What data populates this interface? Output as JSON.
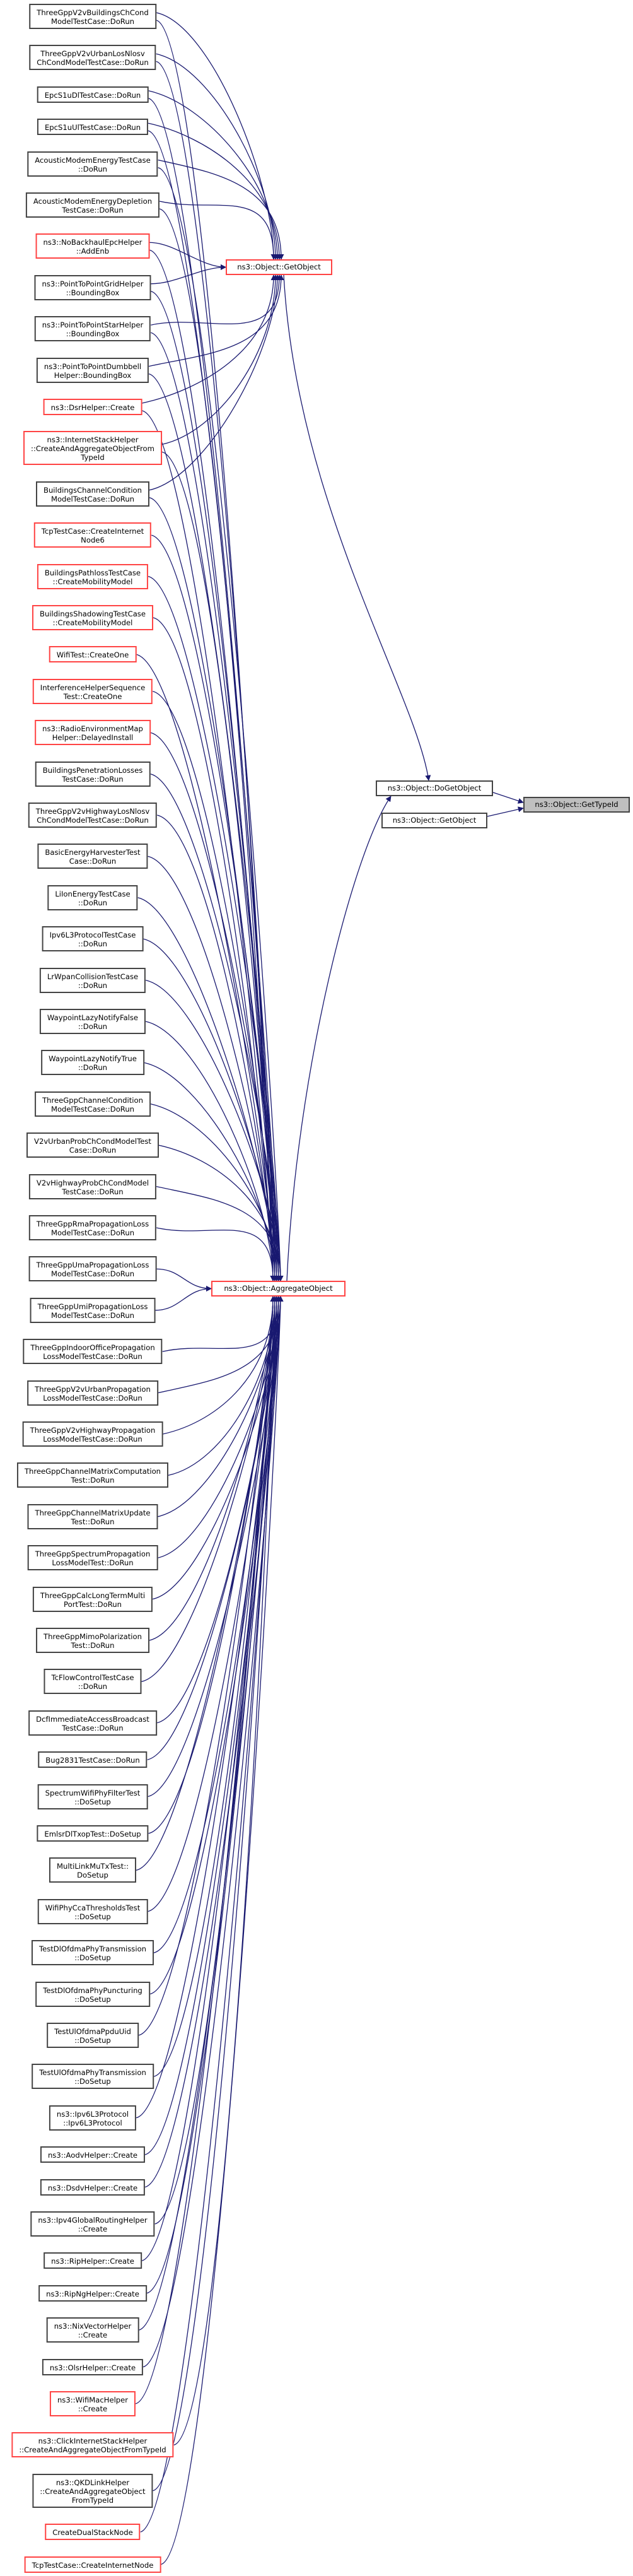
{
  "graph": {
    "focus": {
      "label": "ns3::Object::GetTypeId",
      "border": "black",
      "fill": "#bfbfbf"
    },
    "direct_callers": [
      {
        "id": "doget",
        "label": "ns3::Object::DoGetObject",
        "border": "black"
      },
      {
        "id": "getobj2",
        "label": "ns3::Object::GetObject",
        "border": "black"
      }
    ],
    "hubs": [
      {
        "id": "getobj",
        "label": "ns3::Object::GetObject",
        "border": "red"
      },
      {
        "id": "aggr",
        "label": "ns3::Object::AggregateObject",
        "border": "red"
      }
    ],
    "callers": [
      {
        "label": "ThreeGppV2vBuildingsChCond\nModelTestCase::DoRun",
        "border": "black",
        "calls": [
          "getobj",
          "aggr"
        ]
      },
      {
        "label": "ThreeGppV2vUrbanLosNlosv\nChCondModelTestCase::DoRun",
        "border": "black",
        "calls": [
          "getobj",
          "aggr"
        ]
      },
      {
        "label": "EpcS1uDlTestCase::DoRun",
        "border": "black",
        "calls": [
          "getobj",
          "aggr"
        ]
      },
      {
        "label": "EpcS1uUlTestCase::DoRun",
        "border": "black",
        "calls": [
          "getobj",
          "aggr"
        ]
      },
      {
        "label": "AcousticModemEnergyTestCase\n::DoRun",
        "border": "black",
        "calls": [
          "getobj",
          "aggr"
        ]
      },
      {
        "label": "AcousticModemEnergyDepletion\nTestCase::DoRun",
        "border": "black",
        "calls": [
          "getobj",
          "aggr"
        ]
      },
      {
        "label": "ns3::NoBackhaulEpcHelper\n::AddEnb",
        "border": "red",
        "calls": [
          "getobj",
          "aggr"
        ]
      },
      {
        "label": "ns3::PointToPointGridHelper\n::BoundingBox",
        "border": "black",
        "calls": [
          "getobj",
          "aggr"
        ]
      },
      {
        "label": "ns3::PointToPointStarHelper\n::BoundingBox",
        "border": "black",
        "calls": [
          "getobj",
          "aggr"
        ]
      },
      {
        "label": "ns3::PointToPointDumbbell\nHelper::BoundingBox",
        "border": "black",
        "calls": [
          "getobj",
          "aggr"
        ]
      },
      {
        "label": "ns3::DsrHelper::Create",
        "border": "red",
        "calls": [
          "getobj",
          "aggr"
        ]
      },
      {
        "label": "ns3::InternetStackHelper\n::CreateAndAggregateObjectFrom\nTypeId",
        "border": "red",
        "calls": [
          "getobj",
          "aggr"
        ]
      },
      {
        "label": "BuildingsChannelCondition\nModelTestCase::DoRun",
        "border": "black",
        "calls": [
          "getobj",
          "aggr"
        ]
      },
      {
        "label": "TcpTestCase::CreateInternet\nNode6",
        "border": "red",
        "calls": [
          "aggr"
        ]
      },
      {
        "label": "BuildingsPathlossTestCase\n::CreateMobilityModel",
        "border": "red",
        "calls": [
          "aggr"
        ]
      },
      {
        "label": "BuildingsShadowingTestCase\n::CreateMobilityModel",
        "border": "red",
        "calls": [
          "aggr"
        ]
      },
      {
        "label": "WifiTest::CreateOne",
        "border": "red",
        "calls": [
          "aggr"
        ]
      },
      {
        "label": "InterferenceHelperSequence\nTest::CreateOne",
        "border": "red",
        "calls": [
          "aggr"
        ]
      },
      {
        "label": "ns3::RadioEnvironmentMap\nHelper::DelayedInstall",
        "border": "red",
        "calls": [
          "aggr"
        ]
      },
      {
        "label": "BuildingsPenetrationLosses\nTestCase::DoRun",
        "border": "black",
        "calls": [
          "aggr"
        ]
      },
      {
        "label": "ThreeGppV2vHighwayLosNlosv\nChCondModelTestCase::DoRun",
        "border": "black",
        "calls": [
          "aggr"
        ]
      },
      {
        "label": "BasicEnergyHarvesterTest\nCase::DoRun",
        "border": "black",
        "calls": [
          "aggr"
        ]
      },
      {
        "label": "LiIonEnergyTestCase\n::DoRun",
        "border": "black",
        "calls": [
          "aggr"
        ]
      },
      {
        "label": "Ipv6L3ProtocolTestCase\n::DoRun",
        "border": "black",
        "calls": [
          "aggr"
        ]
      },
      {
        "label": "LrWpanCollisionTestCase\n::DoRun",
        "border": "black",
        "calls": [
          "aggr"
        ]
      },
      {
        "label": "WaypointLazyNotifyFalse\n::DoRun",
        "border": "black",
        "calls": [
          "aggr"
        ]
      },
      {
        "label": "WaypointLazyNotifyTrue\n::DoRun",
        "border": "black",
        "calls": [
          "aggr"
        ]
      },
      {
        "label": "ThreeGppChannelCondition\nModelTestCase::DoRun",
        "border": "black",
        "calls": [
          "aggr"
        ]
      },
      {
        "label": "V2vUrbanProbChCondModelTest\nCase::DoRun",
        "border": "black",
        "calls": [
          "aggr"
        ]
      },
      {
        "label": "V2vHighwayProbChCondModel\nTestCase::DoRun",
        "border": "black",
        "calls": [
          "aggr"
        ]
      },
      {
        "label": "ThreeGppRmaPropagationLoss\nModelTestCase::DoRun",
        "border": "black",
        "calls": [
          "aggr"
        ]
      },
      {
        "label": "ThreeGppUmaPropagationLoss\nModelTestCase::DoRun",
        "border": "black",
        "calls": [
          "aggr"
        ]
      },
      {
        "label": "ThreeGppUmiPropagationLoss\nModelTestCase::DoRun",
        "border": "black",
        "calls": [
          "aggr"
        ]
      },
      {
        "label": "ThreeGppIndoorOfficePropagation\nLossModelTestCase::DoRun",
        "border": "black",
        "calls": [
          "aggr"
        ]
      },
      {
        "label": "ThreeGppV2vUrbanPropagation\nLossModelTestCase::DoRun",
        "border": "black",
        "calls": [
          "aggr"
        ]
      },
      {
        "label": "ThreeGppV2vHighwayPropagation\nLossModelTestCase::DoRun",
        "border": "black",
        "calls": [
          "aggr"
        ]
      },
      {
        "label": "ThreeGppChannelMatrixComputation\nTest::DoRun",
        "border": "black",
        "calls": [
          "aggr"
        ]
      },
      {
        "label": "ThreeGppChannelMatrixUpdate\nTest::DoRun",
        "border": "black",
        "calls": [
          "aggr"
        ]
      },
      {
        "label": "ThreeGppSpectrumPropagation\nLossModelTest::DoRun",
        "border": "black",
        "calls": [
          "aggr"
        ]
      },
      {
        "label": "ThreeGppCalcLongTermMulti\nPortTest::DoRun",
        "border": "black",
        "calls": [
          "aggr"
        ]
      },
      {
        "label": "ThreeGppMimoPolarization\nTest::DoRun",
        "border": "black",
        "calls": [
          "aggr"
        ]
      },
      {
        "label": "TcFlowControlTestCase\n::DoRun",
        "border": "black",
        "calls": [
          "aggr"
        ]
      },
      {
        "label": "DcfImmediateAccessBroadcast\nTestCase::DoRun",
        "border": "black",
        "calls": [
          "aggr"
        ]
      },
      {
        "label": "Bug2831TestCase::DoRun",
        "border": "black",
        "calls": [
          "aggr"
        ]
      },
      {
        "label": "SpectrumWifiPhyFilterTest\n::DoSetup",
        "border": "black",
        "calls": [
          "aggr"
        ]
      },
      {
        "label": "EmlsrDlTxopTest::DoSetup",
        "border": "black",
        "calls": [
          "aggr"
        ]
      },
      {
        "label": "MultiLinkMuTxTest::\nDoSetup",
        "border": "black",
        "calls": [
          "aggr"
        ]
      },
      {
        "label": "WifiPhyCcaThresholdsTest\n::DoSetup",
        "border": "black",
        "calls": [
          "aggr"
        ]
      },
      {
        "label": "TestDlOfdmaPhyTransmission\n::DoSetup",
        "border": "black",
        "calls": [
          "aggr"
        ]
      },
      {
        "label": "TestDlOfdmaPhyPuncturing\n::DoSetup",
        "border": "black",
        "calls": [
          "aggr"
        ]
      },
      {
        "label": "TestUlOfdmaPpduUid\n::DoSetup",
        "border": "black",
        "calls": [
          "aggr"
        ]
      },
      {
        "label": "TestUlOfdmaPhyTransmission\n::DoSetup",
        "border": "black",
        "calls": [
          "aggr"
        ]
      },
      {
        "label": "ns3::Ipv6L3Protocol\n::Ipv6L3Protocol",
        "border": "black",
        "calls": [
          "aggr"
        ]
      },
      {
        "label": "ns3::AodvHelper::Create",
        "border": "black",
        "calls": [
          "aggr"
        ]
      },
      {
        "label": "ns3::DsdvHelper::Create",
        "border": "black",
        "calls": [
          "aggr"
        ]
      },
      {
        "label": "ns3::Ipv4GlobalRoutingHelper\n::Create",
        "border": "black",
        "calls": [
          "aggr"
        ]
      },
      {
        "label": "ns3::RipHelper::Create",
        "border": "black",
        "calls": [
          "aggr"
        ]
      },
      {
        "label": "ns3::RipNgHelper::Create",
        "border": "black",
        "calls": [
          "aggr"
        ]
      },
      {
        "label": "ns3::NixVectorHelper\n::Create",
        "border": "black",
        "calls": [
          "aggr"
        ]
      },
      {
        "label": "ns3::OlsrHelper::Create",
        "border": "black",
        "calls": [
          "aggr"
        ]
      },
      {
        "label": "ns3::WifiMacHelper\n::Create",
        "border": "red",
        "calls": [
          "aggr"
        ]
      },
      {
        "label": "ns3::ClickInternetStackHelper\n::CreateAndAggregateObjectFromTypeId",
        "border": "red",
        "calls": [
          "aggr"
        ]
      },
      {
        "label": "ns3::QKDLinkHelper\n::CreateAndAggregateObject\nFromTypeId",
        "border": "black",
        "calls": [
          "aggr"
        ]
      },
      {
        "label": "CreateDualStackNode",
        "border": "red",
        "calls": [
          "aggr"
        ]
      },
      {
        "label": "TcpTestCase::CreateInternetNode",
        "border": "red",
        "calls": [
          "aggr"
        ]
      }
    ],
    "colors": {
      "edge": "#191970",
      "red_border": "#ff4444",
      "black_border": "#444444",
      "focus_fill": "#bfbfbf"
    }
  }
}
